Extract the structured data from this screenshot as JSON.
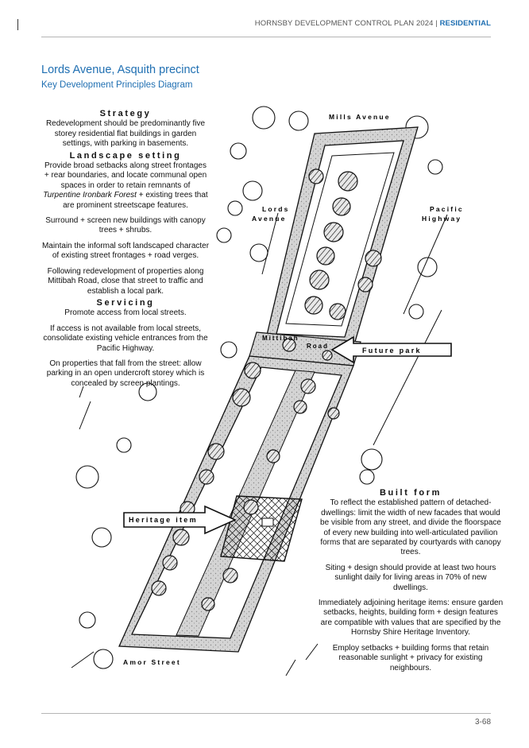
{
  "header": {
    "plan": "HORNSBY DEVELOPMENT CONTROL PLAN 2024",
    "separator": " | ",
    "section": "RESIDENTIAL"
  },
  "title": "Lords Avenue, Asquith precinct",
  "subtitle": "Key Development Principles Diagram",
  "strategy": {
    "heading": "Strategy",
    "text": "Redevelopment should be predominantly five storey residential flat buildings in garden settings, with parking in basements."
  },
  "landscape": {
    "heading": "Landscape setting",
    "p1_before": "Provide broad setbacks along street frontages + rear boundaries, and locate communal open spaces in order to retain remnants of ",
    "p1_italic": "Turpentine Ironbark Forest",
    "p1_after": " + existing trees that are prominent streetscape features.",
    "p2": "Surround + screen new buildings with canopy trees + shrubs.",
    "p3": "Maintain the informal soft landscaped character of existing street frontages + road verges.",
    "p4": "Following redevelopment of properties along Mittibah Road, close that street to traffic and establish a local park."
  },
  "servicing": {
    "heading": "Servicing",
    "p1": "Promote access from local streets.",
    "p2": "If access is not available from local streets, consolidate existing vehicle entrances from the Pacific Highway.",
    "p3": "On properties that fall from the street: allow parking in an open undercroft storey which is concealed by screen plantings."
  },
  "built_form": {
    "heading": "Built form",
    "p1": "To reflect the established pattern of detached-dwellings:  limit the width of new facades that would be visible from any street, and divide the floorspace of every new building into well-articulated pavilion forms that are separated by courtyards with canopy trees.",
    "p2": "Siting + design should provide at least two hours sunlight daily for living areas in 70% of new dwellings.",
    "p3": "Immediately adjoining heritage items: ensure garden setbacks, heights, building form + design features are compatible with values that are specified by the Hornsby Shire Heritage Inventory.",
    "p4": "Employ setbacks + building forms that retain reasonable sunlight + privacy for existing neighbours."
  },
  "map": {
    "mills_avenue": "Mills Avenue",
    "lords": "Lords",
    "avenue": "Avenue",
    "pacific": "Pacific",
    "highway": "Highway",
    "mittibah": "Mittibah",
    "road": "Road",
    "future_park": "Future park",
    "heritage_item": "Heritage item",
    "amor_street": "Amor Street"
  },
  "page_number": "3-68"
}
